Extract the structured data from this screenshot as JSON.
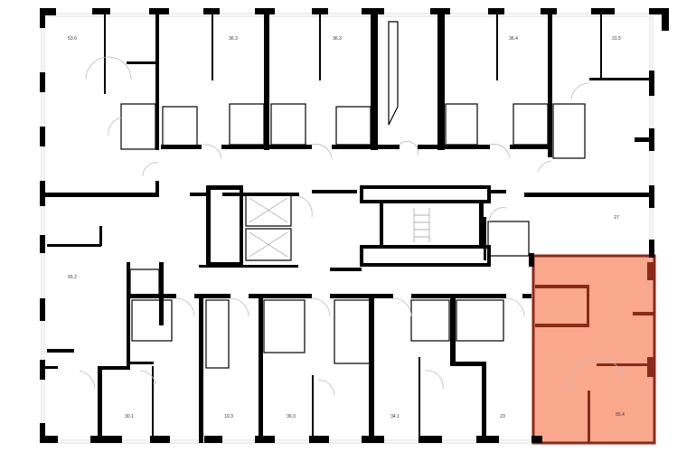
{
  "plan": {
    "highlight_color": "#f9a88e",
    "highlight_border": "#8b2a1a",
    "selected_apartment": "55.4",
    "apartments": [
      {
        "id": "apt-53-6",
        "area": "53.6"
      },
      {
        "id": "apt-36-3-a",
        "area": "36.3"
      },
      {
        "id": "apt-36-3-b",
        "area": "36.3"
      },
      {
        "id": "apt-36-4",
        "area": "36.4"
      },
      {
        "id": "apt-31-5",
        "area": "31.5"
      },
      {
        "id": "apt-27",
        "area": "27"
      },
      {
        "id": "apt-65-2",
        "area": "65.2"
      },
      {
        "id": "apt-30-1",
        "area": "30.1"
      },
      {
        "id": "apt-19-3",
        "area": "19.3"
      },
      {
        "id": "apt-36-3-c",
        "area": "36.3"
      },
      {
        "id": "apt-34-1",
        "area": "34.1"
      },
      {
        "id": "apt-23",
        "area": "23"
      },
      {
        "id": "apt-55-4",
        "area": "55.4"
      }
    ]
  }
}
